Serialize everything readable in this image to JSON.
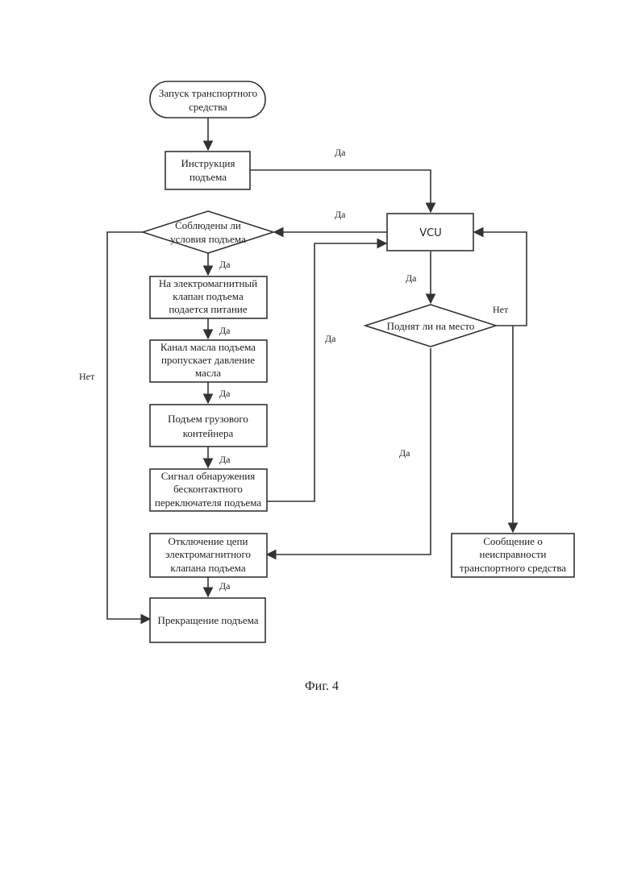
{
  "nodes": {
    "start": [
      "Запуск транспортного",
      "средства"
    ],
    "lift_instruction": [
      "Инструкция",
      "подъема"
    ],
    "vcu": [
      "VCU"
    ],
    "lift_conditions": [
      "Соблюдены ли",
      "условия подъема"
    ],
    "valve_power": [
      "На электромагнитный",
      "клапан подъема",
      "подается питание"
    ],
    "oil_channel": [
      "Канал масла подъема",
      "пропускает давление",
      "масла"
    ],
    "container_lift": [
      "Подъем грузового",
      "контейнера"
    ],
    "switch_signal": [
      "Сигнал обнаружения",
      "бесконтактного",
      "переключателя подъема"
    ],
    "raised_check": [
      "Поднят ли на место"
    ],
    "circuit_off": [
      "Отключение цепи",
      "электромагнитного",
      "клапана подъема"
    ],
    "stop_lift": [
      "Прекращение подъема"
    ],
    "fault_message": [
      "Сообщение о",
      "неисправности",
      "транспортного средства"
    ]
  },
  "edge_labels": {
    "instruction_to_vcu": "Да",
    "vcu_to_conditions": "Да",
    "conditions_to_valve": "Да",
    "vcu_to_raised": "Да",
    "valve_to_oil": "Да",
    "switch_to_vcu": "Да",
    "raised_no": "Нет",
    "oil_to_container": "Да",
    "conditions_no": "Нет",
    "container_to_switch": "Да",
    "raised_yes": "Да",
    "circuit_to_stop": "Да"
  },
  "caption": "Фиг. 4"
}
